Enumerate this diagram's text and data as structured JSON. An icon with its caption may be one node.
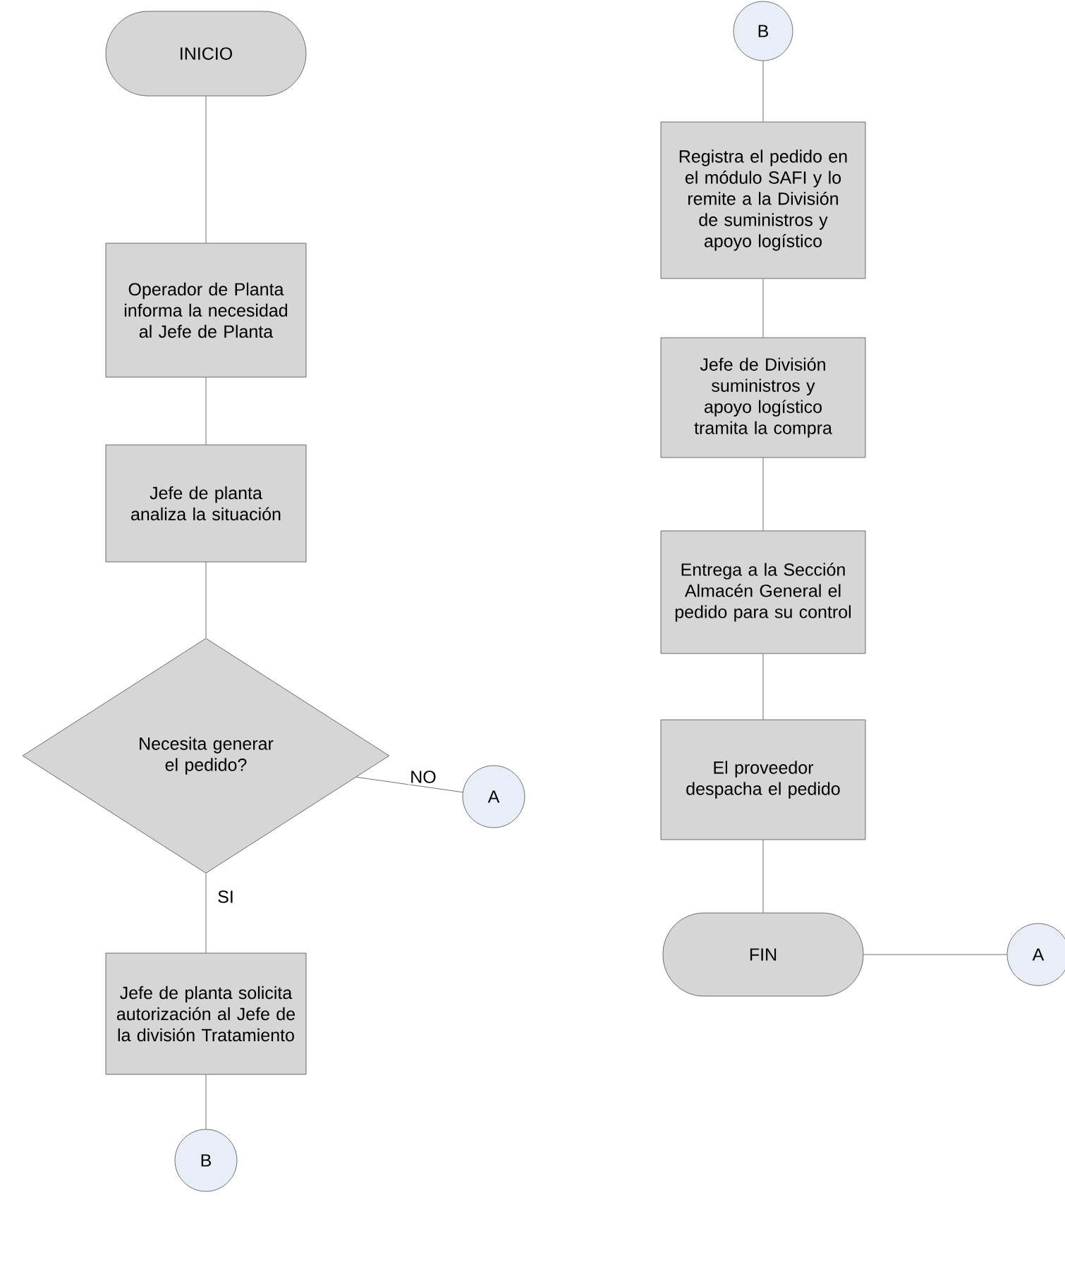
{
  "diagram": {
    "nodes": [
      {
        "text": [
          "INICIO"
        ]
      },
      {
        "text": [
          "Operador de Planta informa la necesidad al Jefe de Planta"
        ]
      },
      {
        "text": [
          "Jefe de planta analiza la situación"
        ]
      },
      {
        "text": [
          "Necesita generar el pedido?"
        ]
      },
      {
        "text": [
          "A"
        ]
      },
      {
        "text": [
          "Jefe de planta solicita autorización al Jefe de la división Tratamiento"
        ]
      },
      {
        "text": [
          "B"
        ]
      },
      {
        "text": [
          "B"
        ]
      },
      {
        "text": [
          "Registra el pedido en el módulo SAFI y lo remite a la División de suministros y apoyo logístico"
        ]
      },
      {
        "text": [
          "Jefe de División suministros y apoyo logístico tramita la compra"
        ]
      },
      {
        "text": [
          "Entrega a la Sección Almacén General el pedido para su control"
        ]
      },
      {
        "text": [
          "El proveedor despacha el pedido"
        ]
      },
      {
        "text": [
          "FIN"
        ]
      },
      {
        "text": [
          "A"
        ]
      }
    ],
    "edges": [
      {
        "from": 0,
        "to": 1,
        "arrow": "none"
      },
      {
        "from": 1,
        "to": 2,
        "arrow": "none"
      },
      {
        "from": 2,
        "to": 3,
        "arrow": "none"
      },
      {
        "from": 3,
        "to": 4,
        "arrow": "none",
        "label": "NO"
      },
      {
        "from": 3,
        "to": 5,
        "arrow": "none",
        "label": "SI"
      },
      {
        "from": 5,
        "to": 6,
        "arrow": "none"
      },
      {
        "from": 7,
        "to": 8,
        "arrow": "none"
      },
      {
        "from": 8,
        "to": 9,
        "arrow": "none"
      },
      {
        "from": 9,
        "to": 10,
        "arrow": "none"
      },
      {
        "from": 10,
        "to": 11,
        "arrow": "none"
      },
      {
        "from": 11,
        "to": 12,
        "arrow": "none"
      },
      {
        "from": 12,
        "to": 13,
        "arrow": "none"
      }
    ]
  }
}
